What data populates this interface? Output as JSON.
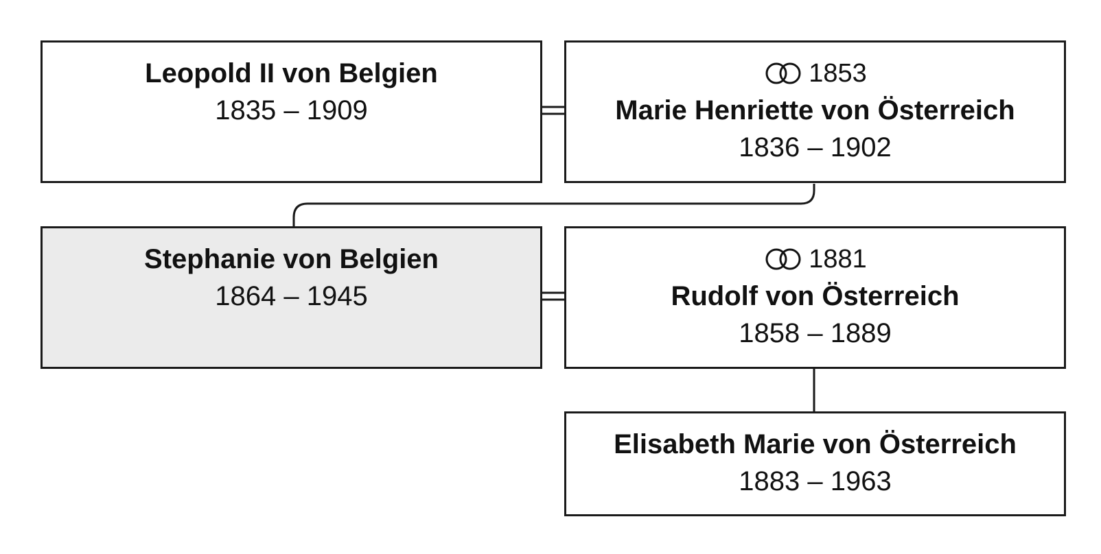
{
  "people": {
    "leopold": {
      "name": "Leopold II von Belgien",
      "dates": "1835 – 1909"
    },
    "marie_henriette": {
      "marriage_year": "1853",
      "name": "Marie Henriette von Österreich",
      "dates": "1836 – 1902"
    },
    "stephanie": {
      "name": "Stephanie von Belgien",
      "dates": "1864 – 1945"
    },
    "rudolf": {
      "marriage_year": "1881",
      "name": "Rudolf von Österreich",
      "dates": "1858 – 1889"
    },
    "elisabeth_marie": {
      "name": "Elisabeth Marie von Österreich",
      "dates": "1883 – 1963"
    }
  },
  "icons": {
    "marriage": "wedding-rings-icon"
  },
  "colors": {
    "border": "#1a1a1a",
    "highlight_fill": "#ebebeb",
    "background": "#ffffff"
  }
}
